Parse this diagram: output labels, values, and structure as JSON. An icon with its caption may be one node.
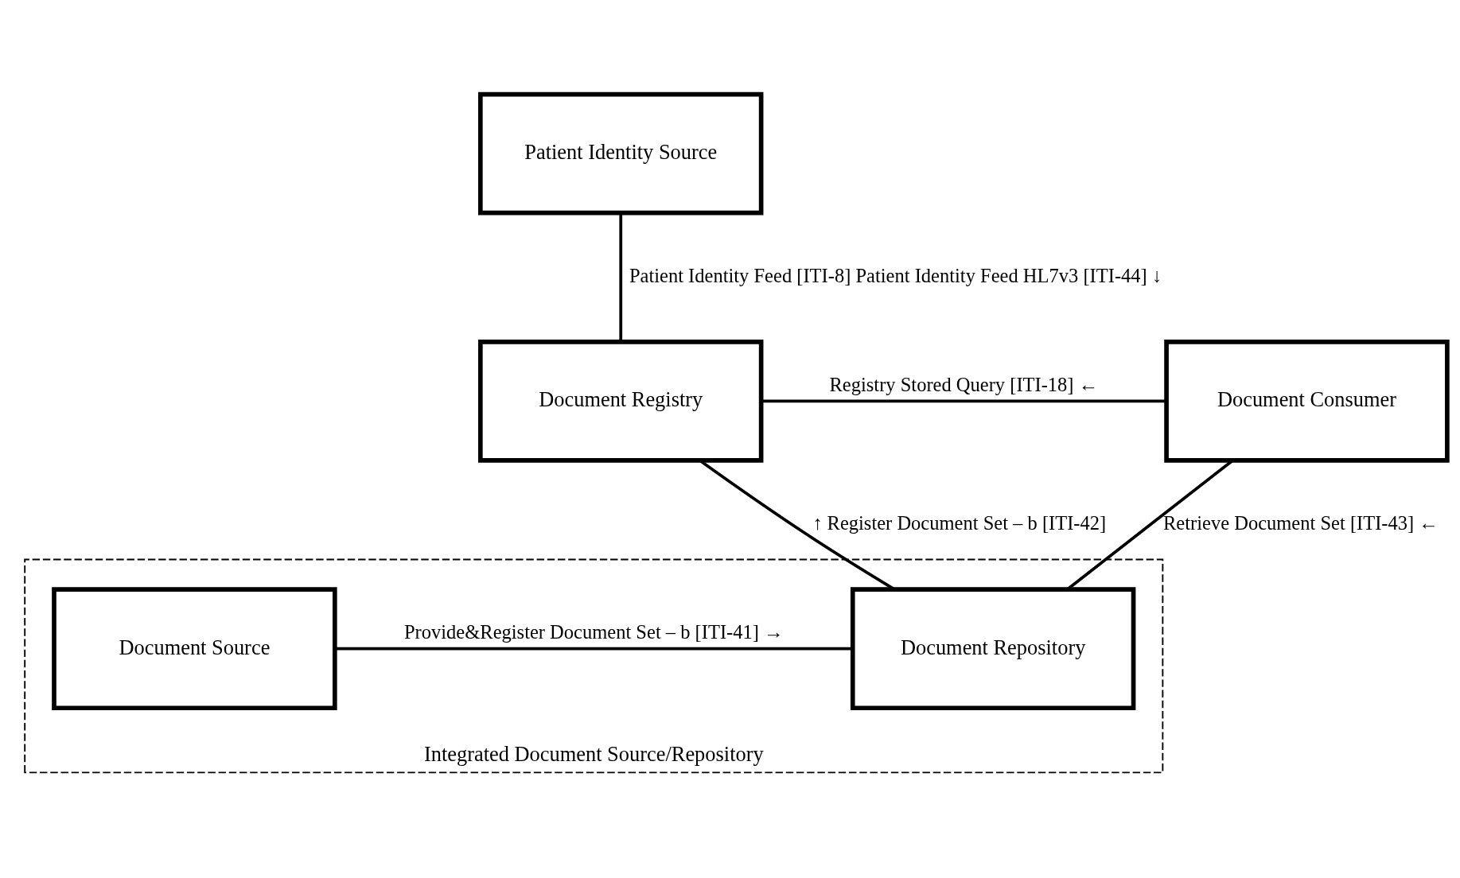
{
  "diagram": {
    "nodes": [
      {
        "text": [
          "Patient Identity Source"
        ]
      },
      {
        "text": [
          "Document Registry"
        ]
      },
      {
        "text": [
          "Document Consumer"
        ]
      },
      {
        "text": [
          "Integrated Document Source/Repository"
        ]
      },
      {
        "text": [
          "Document Source"
        ],
        "in": 3
      },
      {
        "text": [
          "Document Repository"
        ],
        "in": 3
      }
    ],
    "edges": [
      {
        "from": 0,
        "to": 1,
        "arrow": "none",
        "label": "Patient Identity Feed [ITI-8] Patient Identity Feed HL7v3 [ITI-44] ↓"
      },
      {
        "from": 1,
        "to": 2,
        "arrow": "none",
        "label": "Registry Stored Query [ITI-18] ←"
      },
      {
        "from": 1,
        "to": 5,
        "arrow": "none",
        "label": "↑ Register Document Set – b [ITI-42]"
      },
      {
        "from": 4,
        "to": 5,
        "arrow": "none",
        "label": "Provide&Register Document Set – b [ITI-41] →"
      },
      {
        "from": 2,
        "to": 5,
        "arrow": "none",
        "label": "Retrieve Document Set [ITI-43] ←"
      }
    ]
  }
}
